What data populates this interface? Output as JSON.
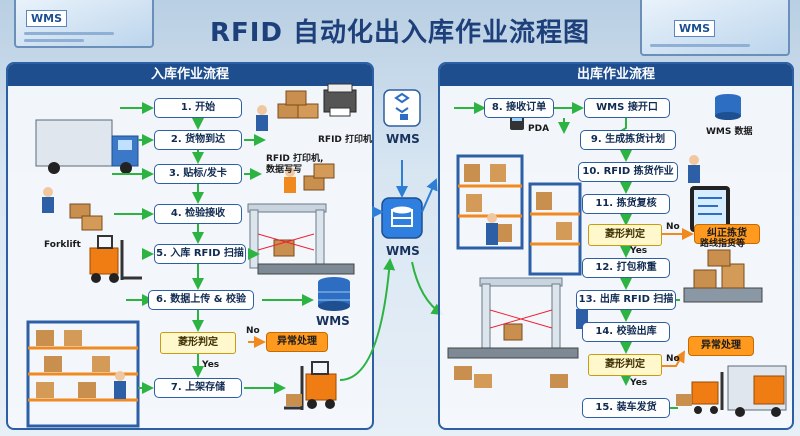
{
  "title": "RFID 自动化出入库作业流程图",
  "background_screens": [
    "WMS",
    "WMS"
  ],
  "inbound": {
    "heading": "入库作业流程",
    "steps": [
      "1. 开始",
      "2. 货物到达",
      "3. 贴标/发卡",
      "4. 检验接收",
      "5. 入库 RFID 扫描",
      "6. 数据上传 & 校验",
      "7. 上架存储"
    ],
    "decision": "菱形判定",
    "no_label": "No",
    "yes_label": "Yes",
    "exception": "异常处理",
    "labels": {
      "rfid_printer": "RFID 打印机",
      "printer_write": "RFID 打印机,\n数据写写",
      "forklift": "Forklift",
      "wms": "WMS"
    }
  },
  "center": {
    "wms_top": "WMS",
    "wms_bottom": "WMS"
  },
  "outbound": {
    "heading": "出库作业流程",
    "steps": [
      "8. 接收订单",
      "9. 生成拣货计划",
      "10. RFID 拣货作业",
      "11. 拣货复核",
      "12. 打包称重",
      "13. 出库 RFID 扫描",
      "14. 校验出库",
      "15. 装车发货"
    ],
    "right_steps": {
      "wms_interface": "WMS 接开口"
    },
    "decision1": "菱形判定",
    "decision2": "菱形判定",
    "no_label": "No",
    "yes_label": "Yes",
    "correct_pick": "纠正拣货",
    "exception": "异常处理",
    "labels": {
      "pda": "PDA",
      "wms_data": "WMS 数据",
      "route_guide": "路线指货等"
    }
  },
  "colors": {
    "panel_border": "#2c5fa3",
    "arrow_green": "#2db341",
    "arrow_blue": "#2d7fd6",
    "alert_orange": "#ff9a1f",
    "decision_fill": "#fff8cc"
  }
}
